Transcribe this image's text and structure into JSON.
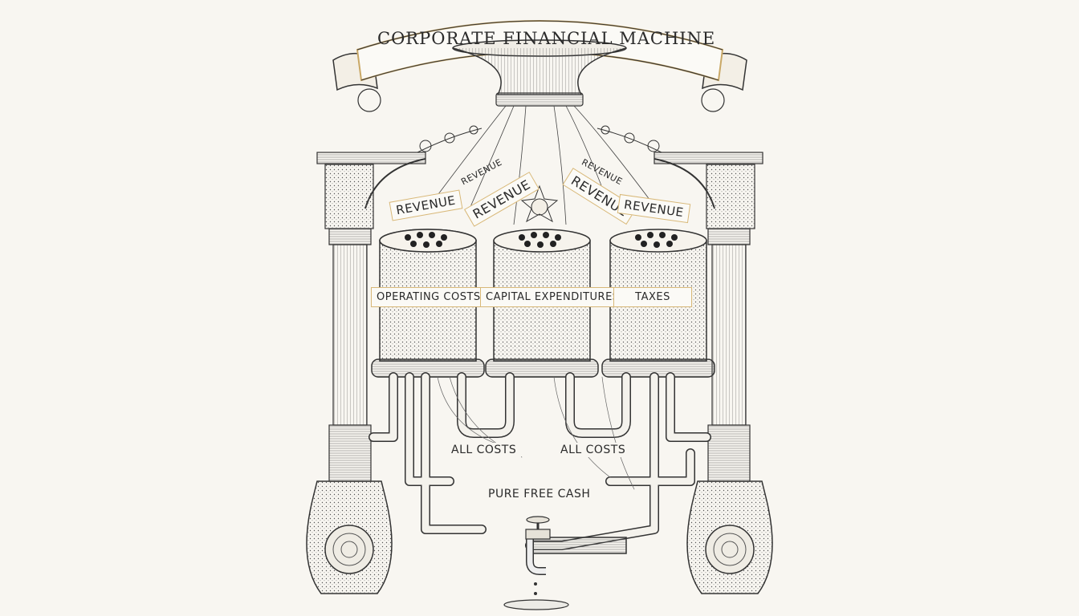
{
  "title": "CORPORATE FINANCIAL MACHINE",
  "revenue_labels": [
    "REVENUE",
    "REVENUE",
    "REVENUE",
    "REVENUE",
    "REVENUE",
    "REVENUE"
  ],
  "tanks": [
    {
      "label": "OPERATING COSTS"
    },
    {
      "label": "CAPITAL EXPENDITURES"
    },
    {
      "label": "TAXES"
    }
  ],
  "cost_labels": [
    "ALL COSTS",
    "ALL COSTS"
  ],
  "output_label": "PURE FREE CASH",
  "colors": {
    "paper": "#f8f6f1",
    "ink": "#2a2a2a",
    "gold": "#d8b878"
  }
}
